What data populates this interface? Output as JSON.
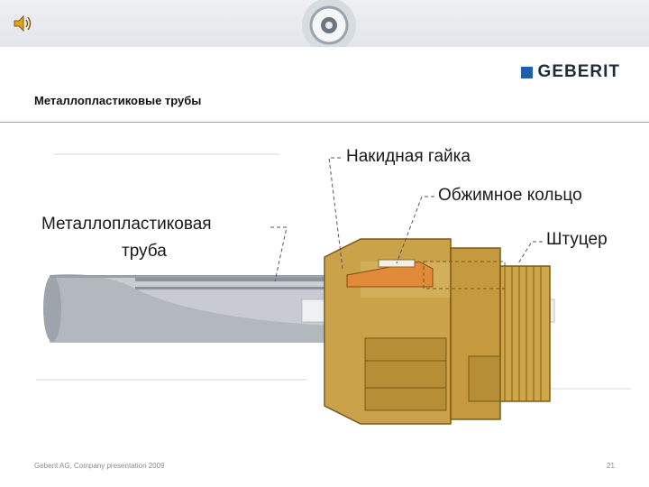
{
  "header": {
    "logo_text": "GEBERIT",
    "icons": [
      "speaker-icon"
    ]
  },
  "slide": {
    "title": "Металлопластиковые трубы"
  },
  "diagram": {
    "labels": {
      "nut": "Накидная гайка",
      "ring": "Обжимное кольцо",
      "pipe_line1": "Металлопластиковая",
      "pipe_line2": "труба",
      "fitting": "Штуцер"
    }
  },
  "footer": {
    "left_text": "Geberit AG, Company presentation 2009",
    "page_number": "21"
  },
  "colors": {
    "brand_blue": "#1e5fa8",
    "brass": "#c9a24a",
    "pipe_grey": "#c8ccd2"
  }
}
